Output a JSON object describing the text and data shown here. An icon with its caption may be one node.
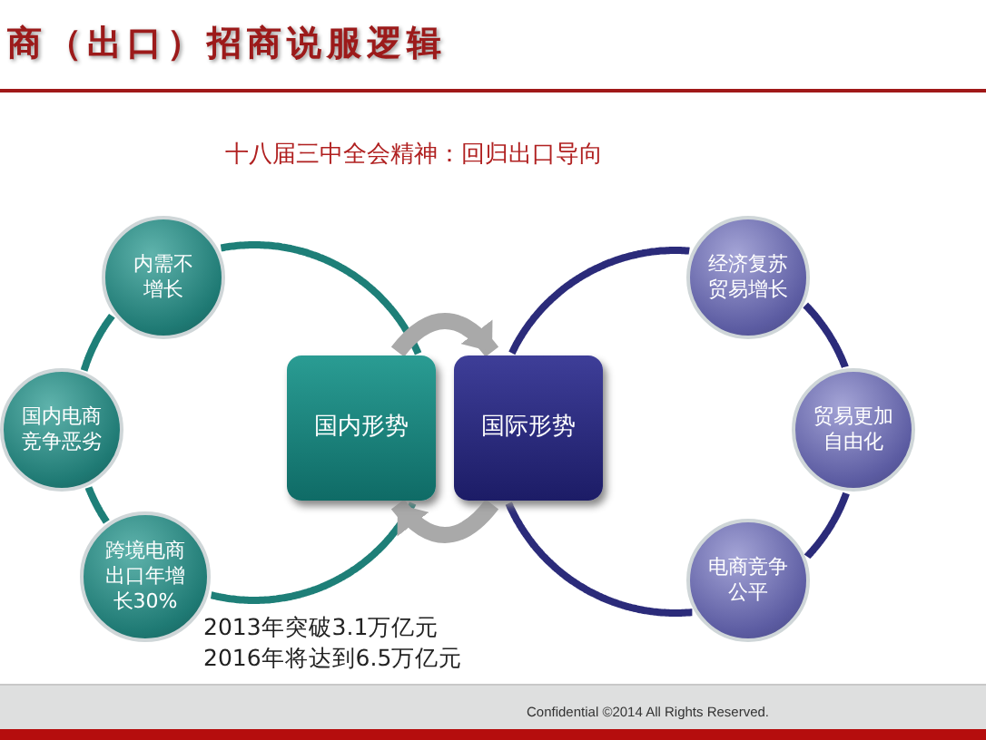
{
  "diagram": {
    "title": "商（出口）招商说服逻辑",
    "caption": "十八届三中全会精神：回归出口导向",
    "nodes": [
      {
        "text": [
          "国内形势"
        ]
      },
      {
        "text": [
          "国际形势"
        ]
      },
      {
        "text": [
          "内需不增长"
        ]
      },
      {
        "text": [
          "国内电商竞争恶劣"
        ]
      },
      {
        "text": [
          "跨境电商出口年增长30%"
        ]
      },
      {
        "text": [
          "经济复苏贸易增长"
        ]
      },
      {
        "text": [
          "贸易更加自由化"
        ]
      },
      {
        "text": [
          "电商竞争公平"
        ]
      }
    ],
    "edges": [
      {
        "from": 0,
        "to": 2,
        "arrow": "none",
        "color": "#1e7f78"
      },
      {
        "from": 2,
        "to": 3,
        "arrow": "none",
        "color": "#1e7f78"
      },
      {
        "from": 3,
        "to": 4,
        "arrow": "none",
        "color": "#1e7f78"
      },
      {
        "from": 4,
        "to": 0,
        "arrow": "none",
        "color": "#1e7f78"
      },
      {
        "from": 1,
        "to": 5,
        "arrow": "none",
        "color": "#2b2b7a"
      },
      {
        "from": 5,
        "to": 6,
        "arrow": "none",
        "color": "#2b2b7a"
      },
      {
        "from": 6,
        "to": 7,
        "arrow": "none",
        "color": "#2b2b7a"
      },
      {
        "from": 7,
        "to": 1,
        "arrow": "none",
        "color": "#2b2b7a"
      },
      {
        "from": 0,
        "to": 1,
        "arrow": "to",
        "style": "thick",
        "color": "#a9a9a9"
      },
      {
        "from": 1,
        "to": 0,
        "arrow": "to",
        "style": "thick",
        "color": "#a9a9a9"
      }
    ],
    "labels": [
      "2013年突破3.1万亿元",
      "2016年将达到6.5万亿元",
      "Confidential ©2014 All Rights Reserved."
    ]
  }
}
